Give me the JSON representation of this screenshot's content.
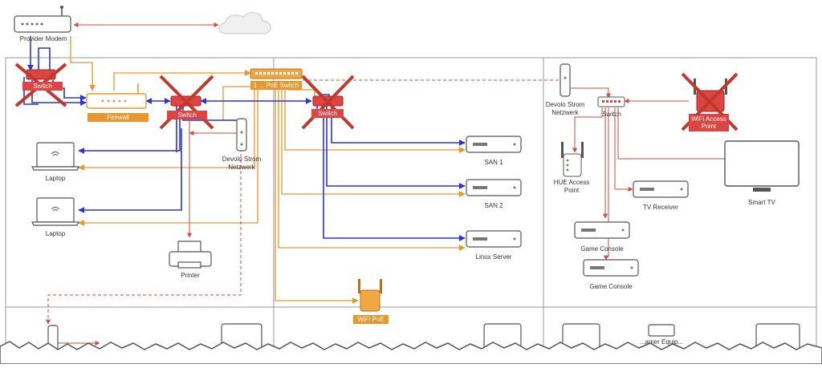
{
  "labels": {
    "provider_modem": "Provider Modem",
    "firewall": "Firewall",
    "switch_left": "Switch",
    "switch_mid": "Switch",
    "poe_switch": "1 ... PoE Switch",
    "switch_right": "Switch",
    "devolo_left": "Devolo Strom Netzwerk",
    "devolo_right": "Devolo Strom Netzwerk",
    "laptop_1": "Laptop",
    "laptop_2": "Laptop",
    "printer": "Printer",
    "san_1": "SAN 1",
    "san_2": "SAN 2",
    "linux_server": "Linux Server",
    "wifi_poe": "WiFi PoE",
    "hue_access_point": "HUE Access Point",
    "tv_receiver": "TV Receiver",
    "game_console_1": "Game Console",
    "game_console_2": "Game Console",
    "smart_tv": "Smart TV",
    "wifi_access_point": "WiFi Access Point",
    "bottom_partial": "...amer Equip..."
  },
  "colors": {
    "orange": "#e8962e",
    "blue": "#2a35d6",
    "red_link": "#d64a3a",
    "red_cross": "#c0392b",
    "frame": "#9a9a9a",
    "device": "#555555"
  },
  "icons": {
    "cloud": "cloud-icon",
    "router": "router-icon",
    "laptop": "laptop-icon",
    "printer": "printer-icon",
    "server": "server-icon",
    "access_point": "access-point-icon",
    "tv": "tv-icon",
    "plug": "powerline-plug-icon",
    "cross": "crossed-out-marker"
  }
}
